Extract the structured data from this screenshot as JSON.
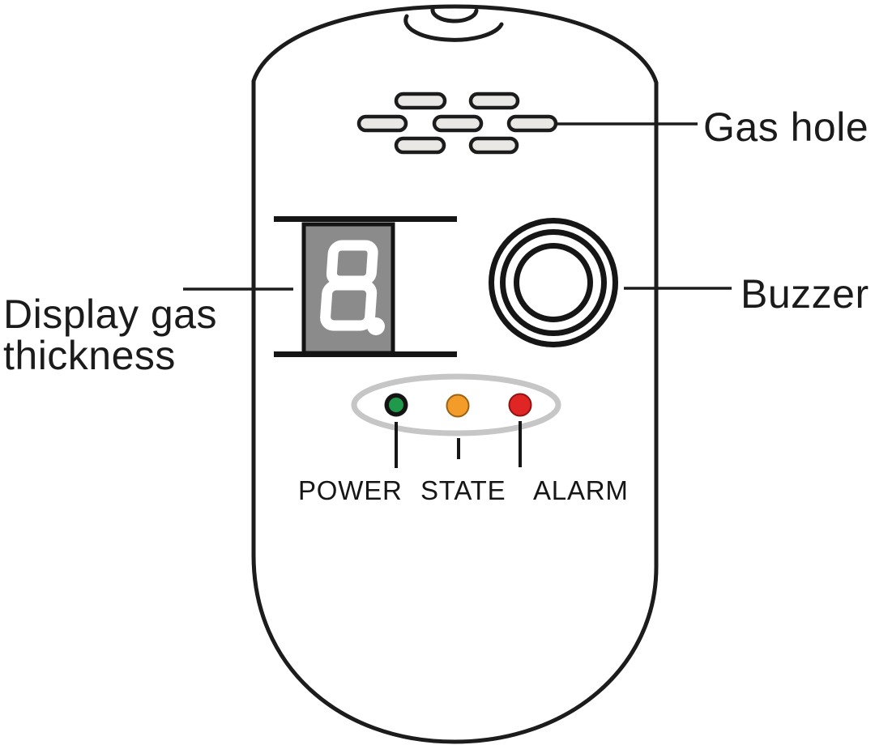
{
  "device": {
    "display": {
      "value": "8",
      "background_color": "#8b8b8b",
      "segment_color": "#ffffff"
    },
    "vents": {
      "count": 7,
      "fill_color": "#eae8e5"
    },
    "indicator_panel": {
      "outline_color": "#c6c6c6",
      "leds": [
        {
          "id": "power",
          "label": "POWER",
          "color": "#1f9a4b"
        },
        {
          "id": "state",
          "label": "STATE",
          "color": "#f49c2a"
        },
        {
          "id": "alarm",
          "label": "ALARM",
          "color": "#e02525"
        }
      ]
    },
    "outline_color": "#1c1c1c"
  },
  "callouts": {
    "gas_hole": "Gas hole",
    "buzzer": "Buzzer",
    "display_line1": "Display gas",
    "display_line2": "thickness"
  }
}
